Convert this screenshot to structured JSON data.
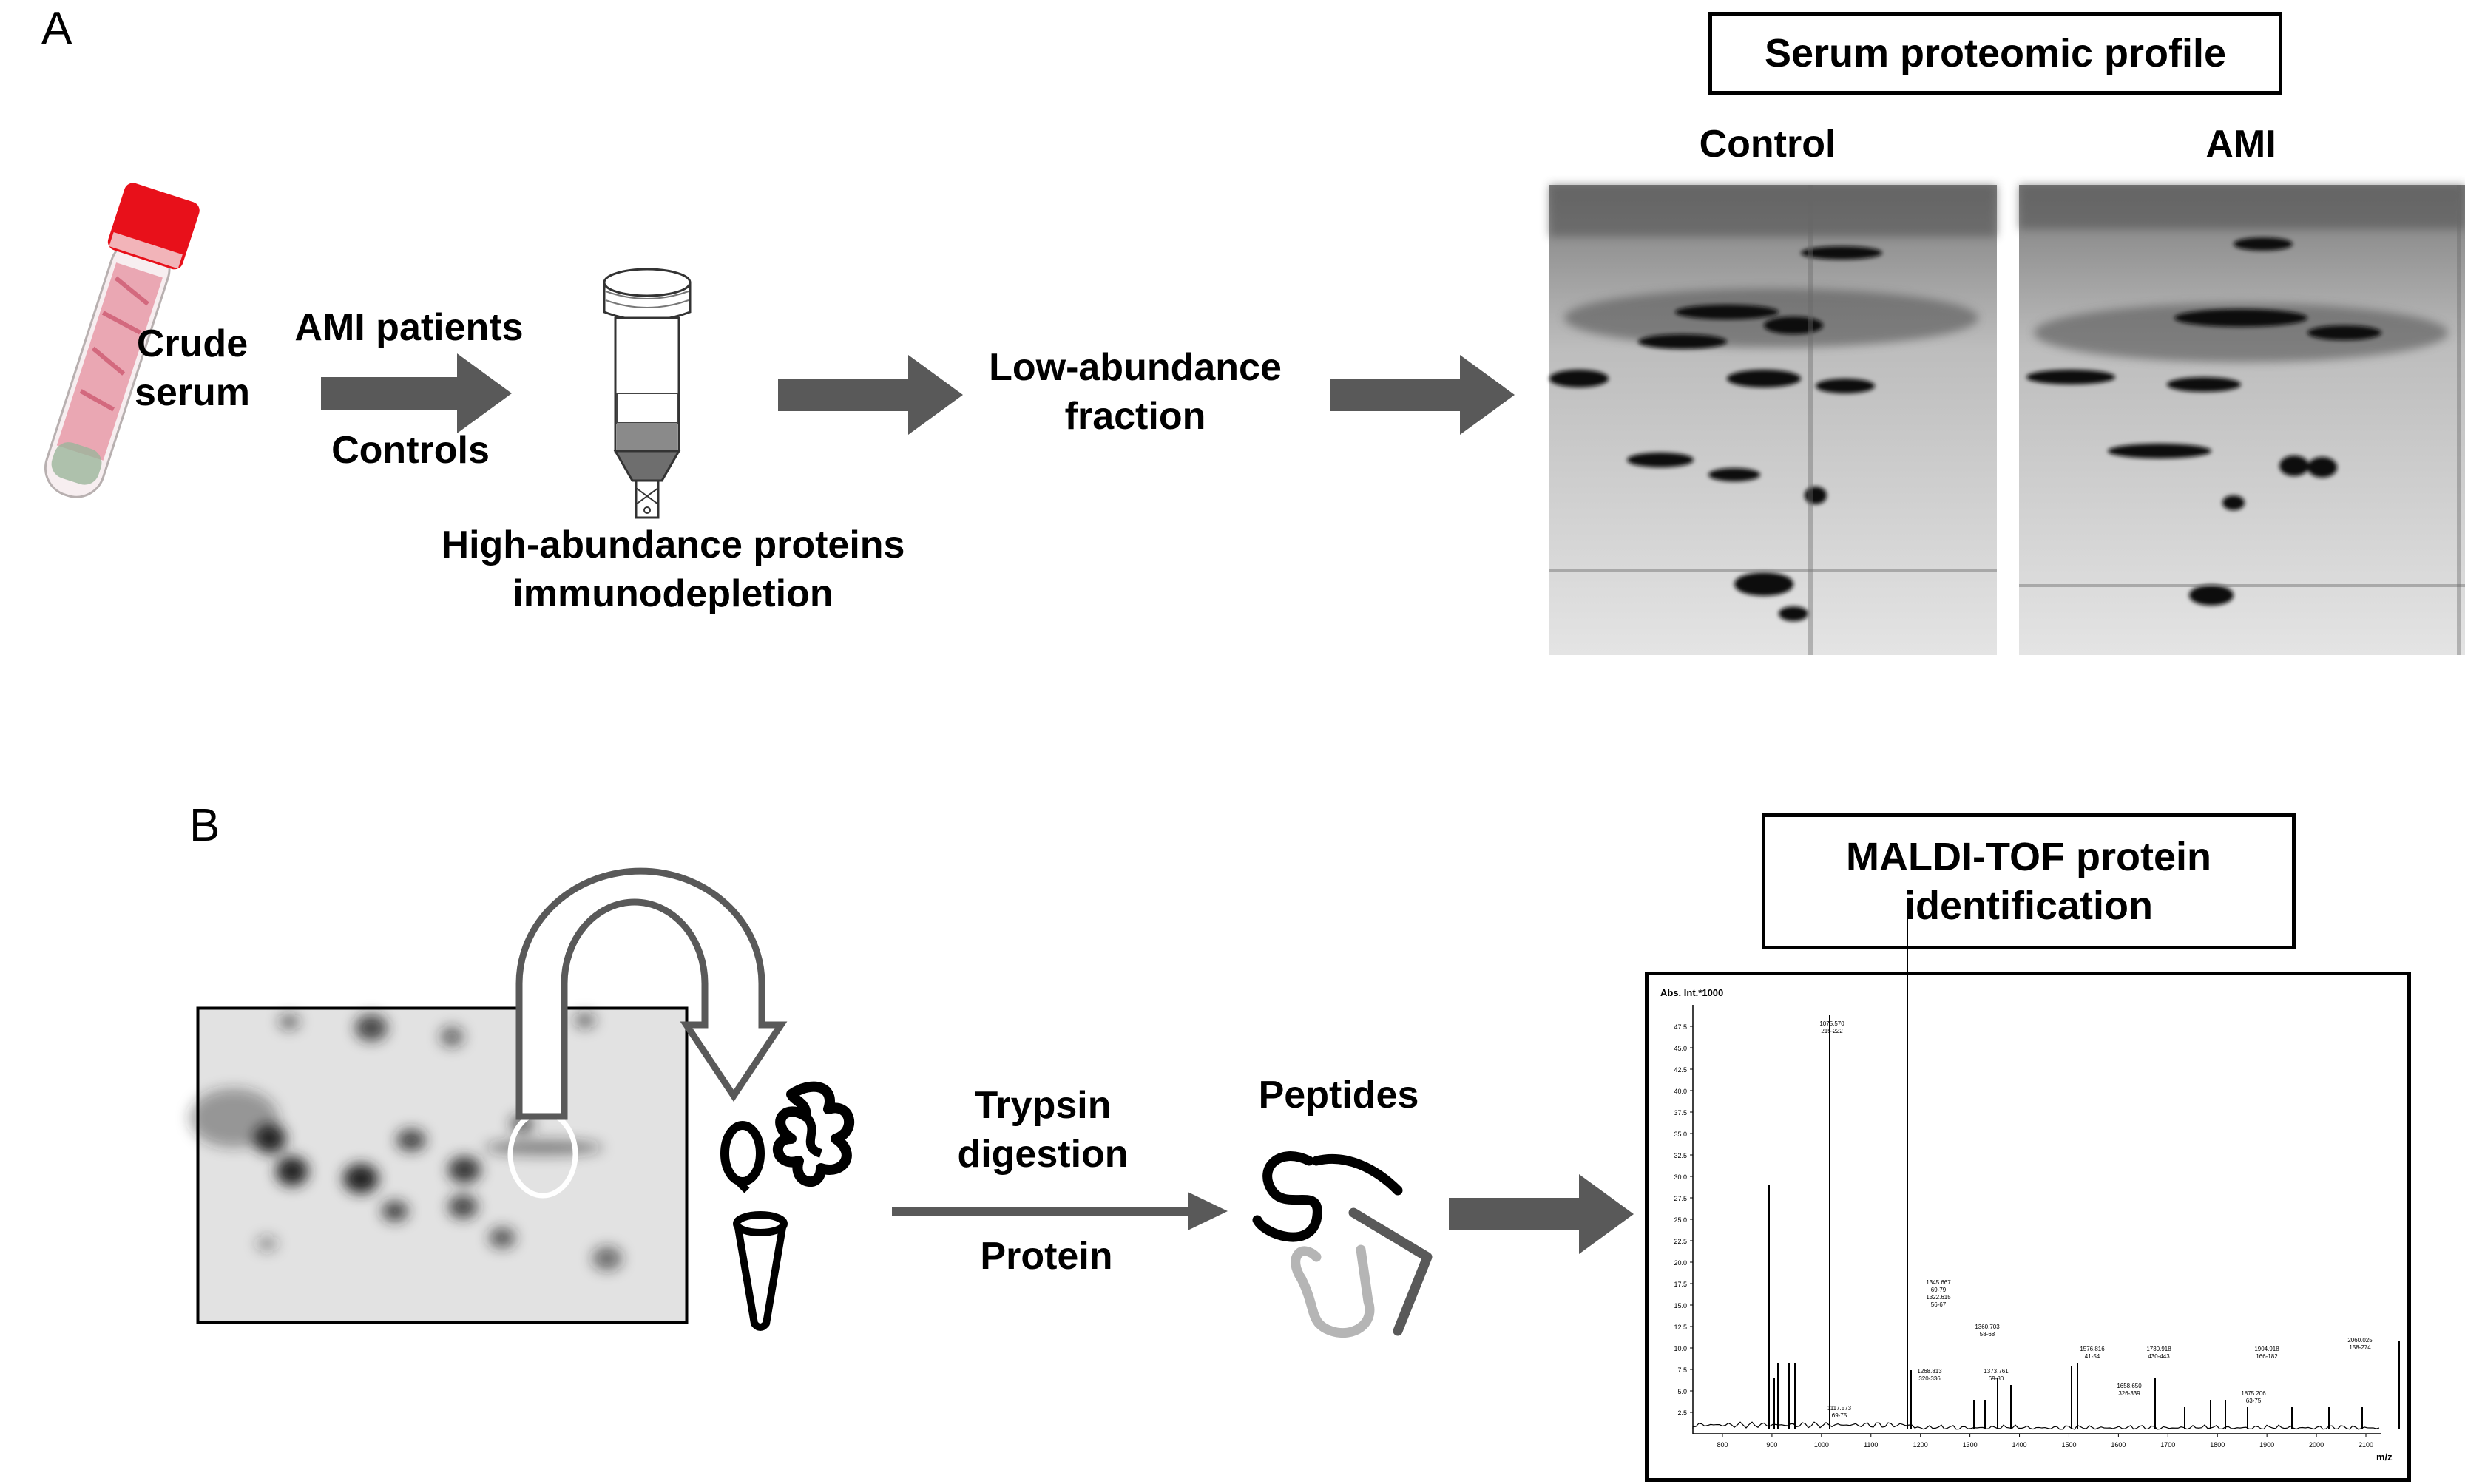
{
  "panel_a": {
    "letter": "A",
    "crude_serum": [
      "Crude",
      "serum"
    ],
    "patients_label": "AMI patients",
    "controls_label": "Controls",
    "depletion_label": [
      "High-abundance proteins",
      "immunodepletion"
    ],
    "low_fraction_label": [
      "Low-abundance",
      "fraction"
    ],
    "profile_title": "Serum proteomic profile",
    "gel_control_label": "Control",
    "gel_ami_label": "AMI"
  },
  "panel_b": {
    "letter": "B",
    "digestion_label": [
      "Trypsin",
      "digestion"
    ],
    "protein_label": "Protein",
    "peptides_label": "Peptides",
    "maldi_title": [
      "MALDI-TOF protein",
      "identification"
    ]
  },
  "spectrum": {
    "y_axis_title": "Abs. Int.*1000",
    "x_axis_title": "m/z",
    "y_ticks": [
      "47.5",
      "45.0",
      "42.5",
      "40.0",
      "37.5",
      "35.0",
      "32.5",
      "30.0",
      "27.5",
      "25.0",
      "22.5",
      "20.0",
      "17.5",
      "15.0",
      "12.5",
      "10.0",
      "7.5",
      "5.0",
      "2.5"
    ],
    "x_ticks": [
      "800",
      "900",
      "1000",
      "1100",
      "1200",
      "1300",
      "1400",
      "1500",
      "1600",
      "1700",
      "1800",
      "1900",
      "2000",
      "2100"
    ],
    "peak_labels": [
      {
        "mz": "1075.570",
        "range": "215-222"
      },
      {
        "mz": "1117.573",
        "range": "69-75"
      },
      {
        "mz": "1322.615",
        "range": "56-67"
      },
      {
        "mz": "1345.667",
        "range": "69-79"
      },
      {
        "mz": "1268.813",
        "range": "320-336"
      },
      {
        "mz": "1360.703",
        "range": "58-68"
      },
      {
        "mz": "1373.761",
        "range": "69-80"
      },
      {
        "mz": "1576.816",
        "range": "41-54"
      },
      {
        "mz": "1658.650",
        "range": "326-339"
      },
      {
        "mz": "1730.918",
        "range": "430-443"
      },
      {
        "mz": "1875.206",
        "range": "63-75"
      },
      {
        "mz": "1904.918",
        "range": "166-182"
      },
      {
        "mz": "2060.025",
        "range": "158-274"
      }
    ]
  },
  "colors": {
    "arrow": "#595959",
    "tube_cap": "#e8101a",
    "tube_body": "#e89aa8",
    "spot_highlight": "#ffffff"
  }
}
